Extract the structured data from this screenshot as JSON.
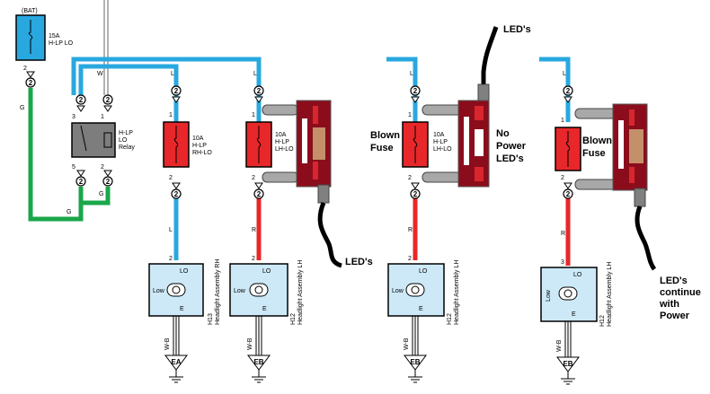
{
  "colors": {
    "blue_wire": "#29a8e0",
    "red_wire": "#e8272a",
    "green_wire": "#1aa64a",
    "fuse_red": "#e8272a",
    "fuse_blue": "#29a8e0",
    "relay_gray": "#7d7d7d",
    "lamp_fill": "#cde9f7",
    "led_dark": "#8b0d1c",
    "led_red": "#d9262e",
    "led_tan": "#c4906a",
    "tube_gray": "#a8a8a8"
  },
  "bat": {
    "label": "(BAT)"
  },
  "main_fuse": {
    "rating": "15A",
    "name": "H-LP LO"
  },
  "relay": {
    "line1": "H-LP",
    "line2": "LO",
    "line3": "Relay"
  },
  "fuse_rh": {
    "rating": "10A",
    "line1": "H-LP",
    "line2": "RH-LO"
  },
  "fuse_lh": {
    "rating": "10A",
    "line1": "H-LP",
    "line2": "LH-LO"
  },
  "fuse_lh2": {
    "rating": "10A",
    "line1": "H-LP",
    "line2": "LH-LO"
  },
  "wire_codes": {
    "l": "L",
    "w": "W",
    "g": "G",
    "r": "R",
    "wb": "W-B"
  },
  "pins": {
    "p1": "1",
    "p2": "2",
    "p3": "3",
    "p5": "5"
  },
  "connector": "2",
  "lamps": [
    {
      "id": "H13",
      "name": "Headlight Assembly RH",
      "lo": "LO",
      "low": "Low",
      "e": "E",
      "ground": "EA"
    },
    {
      "id": "H12",
      "name": "Headlight Assembly LH",
      "lo": "LO",
      "low": "Low",
      "e": "E",
      "ground": "EB"
    },
    {
      "id": "H12",
      "name": "Headlight Assembly LH",
      "lo": "LO",
      "low": "Low",
      "e": "E",
      "ground": "EB"
    },
    {
      "id": "H12",
      "name": "Headlight Assembly LH",
      "lo": "LO",
      "low": "Low",
      "e": "E",
      "ground": "EB"
    }
  ],
  "annotations": {
    "leds_1": "LED's",
    "leds_2": "LED's",
    "blown_fuse_2": [
      "Blown",
      "Fuse"
    ],
    "no_power": [
      "No",
      "Power",
      "LED's"
    ],
    "blown_fuse_3": [
      "Blown",
      "Fuse"
    ],
    "leds_continue": [
      "LED's",
      "continue",
      "with",
      "Power"
    ]
  }
}
